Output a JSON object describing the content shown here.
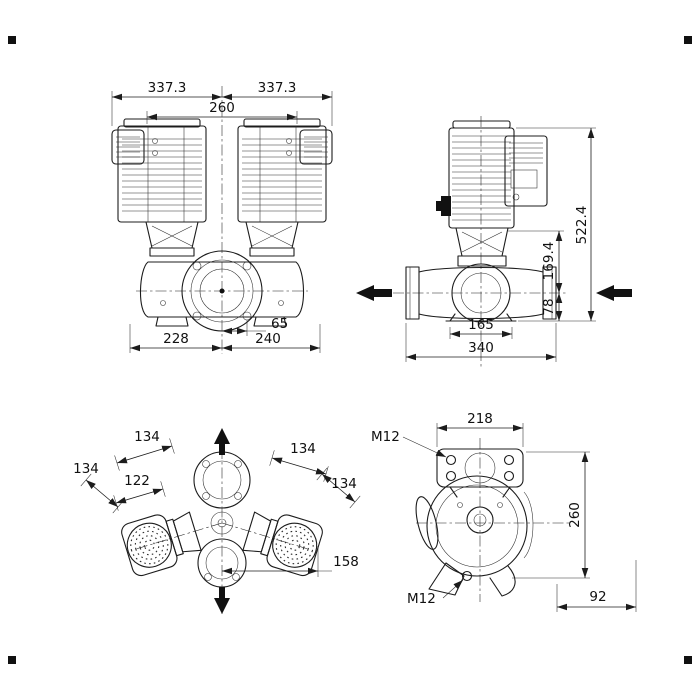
{
  "front_view": {
    "dim_width_left": "337.3",
    "dim_width_right": "337.3",
    "dim_fan_span": "260",
    "dim_port_offset": "65",
    "dim_left_of_center": "228",
    "dim_right_of_center": "240"
  },
  "side_view": {
    "dim_overall_height": "522.4",
    "dim_axis_to_clamp": "169.4",
    "dim_axis_to_base": "78",
    "dim_foot_span": "165",
    "dim_overall_length": "340"
  },
  "plan_view": {
    "dim_motor_a": "134",
    "dim_motor_b": "134",
    "dim_center_c": "122",
    "dim_motor_d": "134",
    "dim_motor_e": "134",
    "dim_center_to_end": "158"
  },
  "end_view": {
    "dim_flange_width": "218",
    "bolt_top": "M12",
    "dim_port_height": "260",
    "bolt_bottom": "M12",
    "dim_foot_offset": "92"
  }
}
